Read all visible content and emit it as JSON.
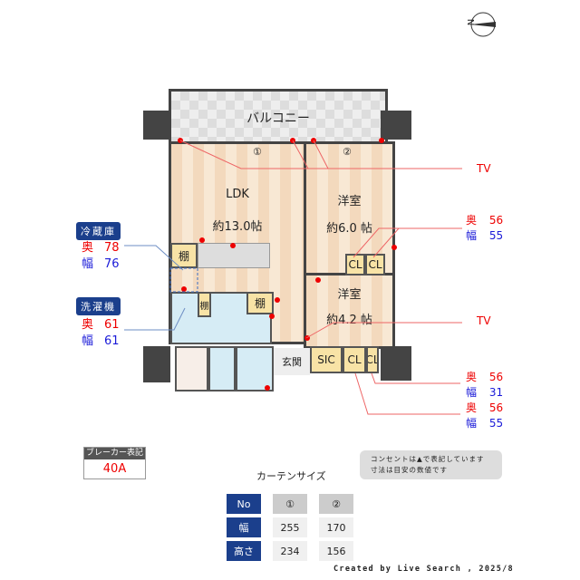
{
  "compass": {
    "label": "N"
  },
  "rooms": {
    "balcony": "バルコニー",
    "ldk": {
      "name": "LDK",
      "size": "約13.0帖"
    },
    "western1": {
      "name": "洋室",
      "size": "約6.0 帖"
    },
    "western2": {
      "name": "洋室",
      "size": "約4.2 帖"
    },
    "shelf": "棚",
    "closet": "CL",
    "sic": "SIC",
    "entrance": "玄関",
    "window1": "①",
    "window2": "②"
  },
  "tv_labels": [
    "TV",
    "TV"
  ],
  "closet_dims": [
    {
      "depth_label": "奥",
      "depth": "56",
      "width_label": "幅",
      "width": "55"
    },
    {
      "depth_label": "奥",
      "depth": "56",
      "width_label": "幅",
      "width": "31"
    },
    {
      "depth_label": "奥",
      "depth": "56",
      "width_label": "幅",
      "width": "55"
    }
  ],
  "fridge": {
    "title": "冷蔵庫",
    "depth_label": "奥",
    "depth": "78",
    "width_label": "幅",
    "width": "76"
  },
  "washer": {
    "title": "洗濯機",
    "depth_label": "奥",
    "depth": "61",
    "width_label": "幅",
    "width": "61"
  },
  "breaker": {
    "title": "ブレーカー表記",
    "value": "40A"
  },
  "notes": [
    "コンセントは▲で表記しています",
    "寸法は目安の数値です"
  ],
  "curtain": {
    "title": "カーテンサイズ",
    "header": [
      "No",
      "①",
      "②"
    ],
    "rows": [
      [
        "幅",
        "255",
        "170"
      ],
      [
        "高さ",
        "234",
        "156"
      ]
    ]
  },
  "credit": "Created by Live Search , 2025/8",
  "colors": {
    "outlet": "#e00000",
    "badge": "#1b3f8c",
    "depth": "#e00000",
    "width": "#1a1ad8"
  }
}
